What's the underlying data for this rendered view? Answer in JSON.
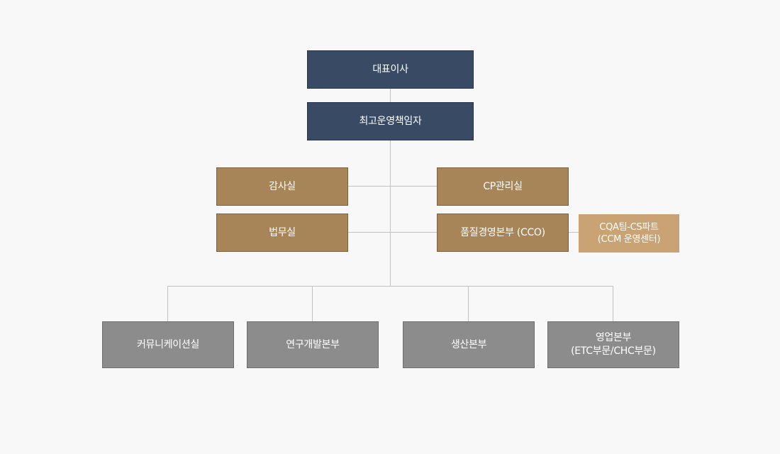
{
  "chart": {
    "ceo": "대표이사",
    "coo": "최고운영책임자",
    "staff_left": [
      "감사실",
      "법무실"
    ],
    "staff_right": [
      "CP관리실",
      "품질경영본부 (CCO)"
    ],
    "sub_unit": "CQA팀-CS파트\n(CCM 운영센터)",
    "divisions": [
      "커뮤니케이션실",
      "연구개발본부",
      "생산본부",
      "영업본부\n(ETC부문/CHC부문)"
    ]
  },
  "colors": {
    "executive": "#394a65",
    "staff": "#a88459",
    "sub_unit": "#c9a373",
    "division": "#8c8c8c",
    "connector": "#c2c2c2",
    "background": "#f8f8f8"
  }
}
